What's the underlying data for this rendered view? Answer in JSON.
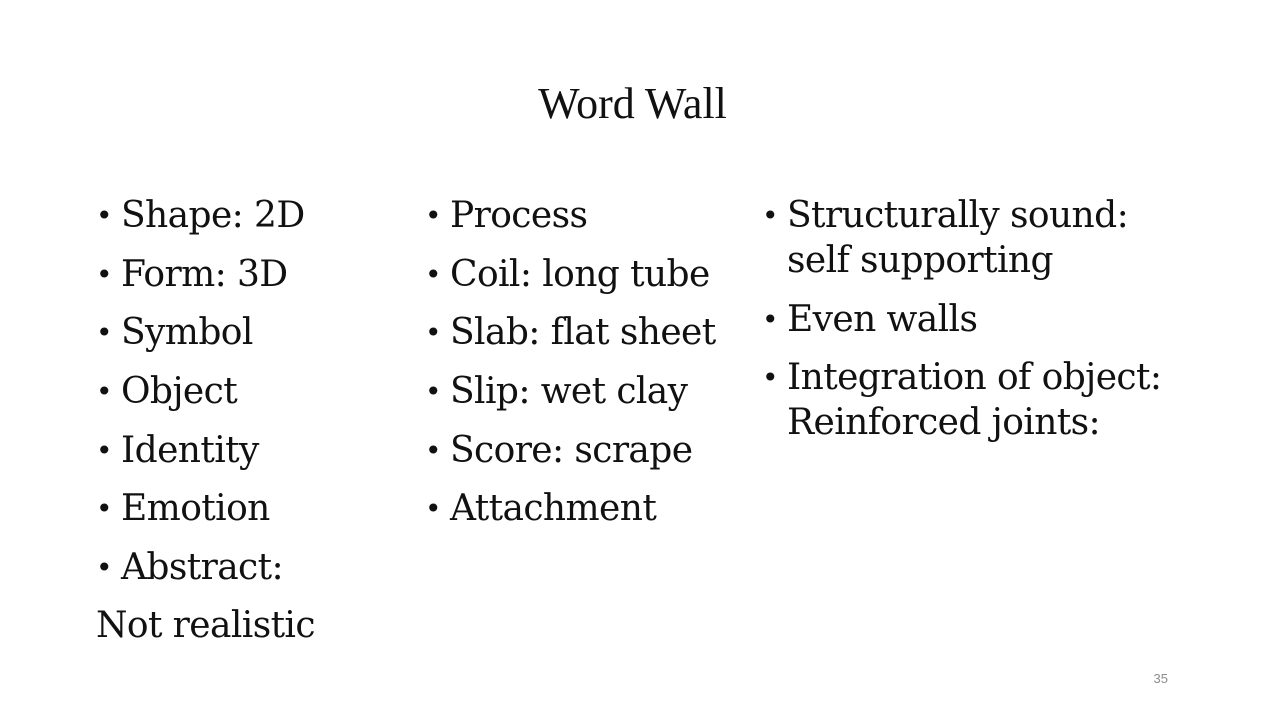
{
  "slide": {
    "title": "Word Wall",
    "page_number": "35",
    "bullet_glyph": "•",
    "column_1": [
      "Shape: 2D",
      "Form: 3D",
      "Symbol",
      "Object",
      "Identity",
      "Emotion",
      "Abstract:"
    ],
    "column_1_continuation": "Not realistic",
    "column_2": [
      "Process",
      "Coil: long tube",
      "Slab: flat sheet",
      "Slip: wet clay",
      "Score: scrape",
      "Attachment"
    ],
    "column_3": [
      {
        "line1": "Structurally sound:",
        "line2": "self supporting"
      },
      {
        "line1": "Even walls",
        "line2": ""
      },
      {
        "line1": "Integration of object:",
        "line2": "Reinforced joints:"
      }
    ]
  }
}
